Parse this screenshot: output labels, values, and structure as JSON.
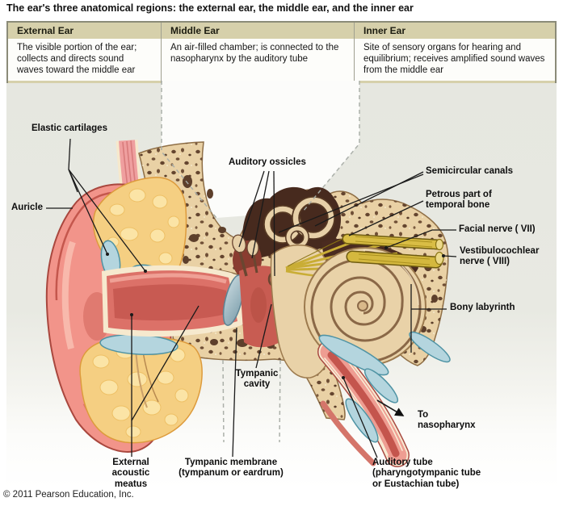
{
  "title": "The ear's three anatomical regions: the external ear, the middle ear, and the inner ear",
  "regions_table": {
    "columns": [
      {
        "header": "External Ear",
        "description": "The visible portion of the ear; collects and directs sound waves toward the middle ear"
      },
      {
        "header": "Middle Ear",
        "description": "An air-filled chamber; is connected to the nasopharynx by the auditory tube"
      },
      {
        "header": "Inner Ear",
        "description": "Site of sensory organs for hearing and equilibrium; receives amplified sound waves from the middle ear"
      }
    ]
  },
  "anatomy_labels": {
    "elastic_cartilages": [
      "Elastic cartilages"
    ],
    "auricle": [
      "Auricle"
    ],
    "auditory_ossicles": [
      "Auditory ossicles"
    ],
    "semicircular_canals": [
      "Semicircular canals"
    ],
    "petrous_part": [
      "Petrous part of",
      "temporal bone"
    ],
    "facial_nerve": [
      "Facial nerve ( VII)"
    ],
    "vestibulocochlear_nerve": [
      "Vestibulocochlear",
      "nerve ( VIII)"
    ],
    "bony_labyrinth": [
      "Bony labyrinth"
    ],
    "tympanic_cavity": [
      "Tympanic",
      "cavity"
    ],
    "to_nasopharynx": [
      "To",
      "nasopharynx"
    ],
    "external_acoustic_meatus": [
      "External",
      "acoustic",
      "meatus"
    ],
    "tympanic_membrane": [
      "Tympanic membrane",
      "(tympanum or eardrum)"
    ],
    "auditory_tube": [
      "Auditory tube",
      "(pharyngotympanic tube",
      "or Eustachian tube)"
    ]
  },
  "copyright": "© 2011 Pearson Education, Inc.",
  "colors": {
    "table_header_bg": "#d6d0ab",
    "panel_bg": "#e7e8e1",
    "bone": "#e9d1a5",
    "flesh": "#f2948a",
    "fat": "#f5cf82",
    "cartilage_blue": "#b4d5de",
    "nerve_yellow": "#d9bd45"
  }
}
